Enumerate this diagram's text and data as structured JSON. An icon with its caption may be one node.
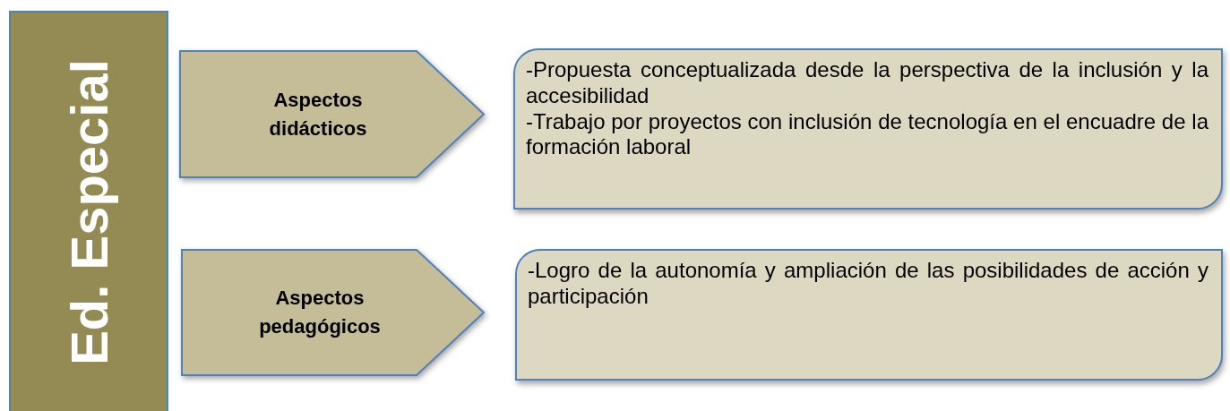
{
  "diagram": {
    "nodes": [
      {
        "text": [
          "Ed. Especial"
        ]
      },
      {
        "text": [
          "Aspectos didácticos"
        ]
      },
      {
        "text": [
          "-Propuesta conceptualizada desde la perspectiva de la inclusión y la accesibilidad",
          "-Trabajo por proyectos con inclusión de tecnología en el encuadre de la formación laboral"
        ]
      },
      {
        "text": [
          "Aspectos pedagógicos"
        ]
      },
      {
        "text": [
          "-Logro de la autonomía y ampliación de las posibilidades de acción y participación"
        ]
      }
    ]
  }
}
